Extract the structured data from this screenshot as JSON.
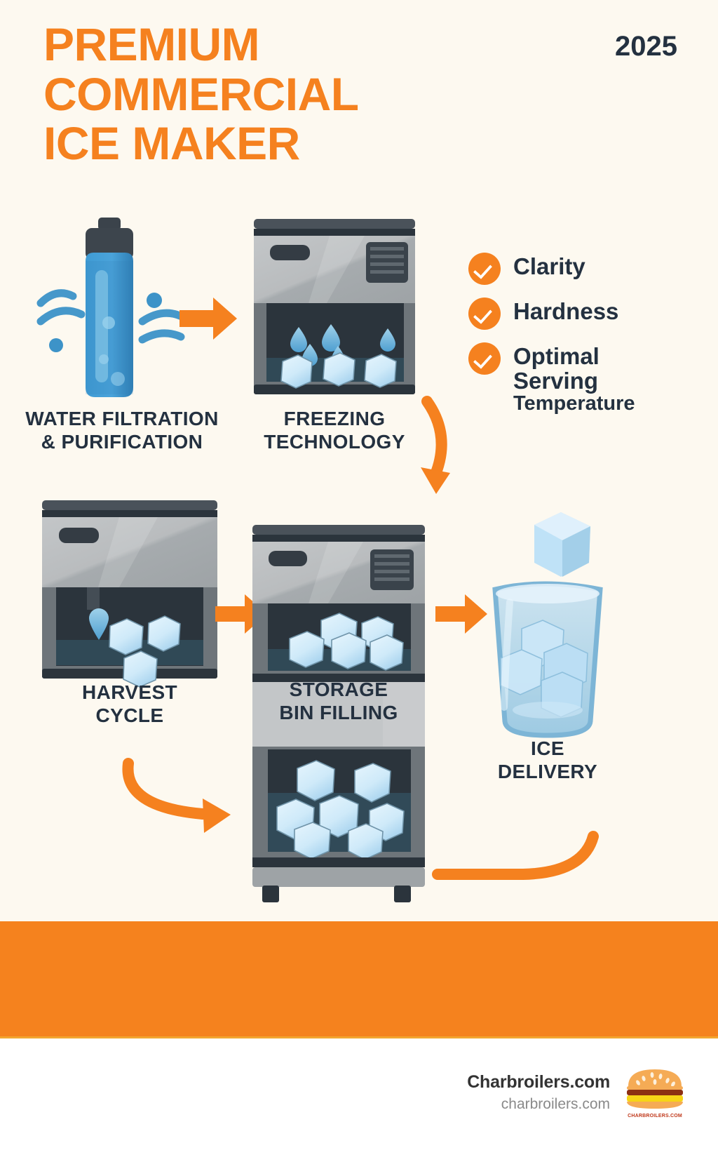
{
  "header": {
    "title": "PREMIUM COMMERCIAL ICE MAKER",
    "title_line1": "PREMIUM",
    "title_line2": "COMMERCIAL",
    "title_line3": "ICE MAKER",
    "year": "2025"
  },
  "checklist": {
    "items": [
      {
        "label": "Clarity",
        "icon": "check-circle-icon"
      },
      {
        "label": "Hardness",
        "icon": "check-circle-icon"
      },
      {
        "label": "Optimal Serving Temperature",
        "icon": "check-circle-icon"
      }
    ],
    "item3_line1": "Optimal",
    "item3_line2": "Serving",
    "item3_line3": "Temperature"
  },
  "steps": [
    {
      "id": "water-filtration",
      "line1": "WATER FILTRATION",
      "line2": "& PURIFICATION",
      "icon": "water-bottle-icon"
    },
    {
      "id": "freezing-technology",
      "line1": "FREEZING",
      "line2": "TECHNOLOGY",
      "icon": "ice-machine-icon"
    },
    {
      "id": "harvest-cycle",
      "line1": "HARVEST",
      "line2": "CYCLE",
      "icon": "ice-machine-icon"
    },
    {
      "id": "storage-bin-filling",
      "line1": "STORAGE",
      "line2": "BIN FILLING",
      "icon": "ice-machine-tall-icon"
    },
    {
      "id": "ice-delivery",
      "line1": "ICE",
      "line2": "DELIVERY",
      "icon": "glass-of-ice-icon"
    }
  ],
  "footer": {
    "brand": "Charbroilers.com",
    "url": "charbroilers.com",
    "logo_caption": "CHARBROILERS.COM",
    "logo_icon": "burger-logo-icon"
  },
  "colors": {
    "background": "#fdf9f0",
    "accent_orange": "#f5811f",
    "band_orange": "#f5821e",
    "dark_navy": "#243140",
    "ice_blue": "#bfe2f7",
    "water_blue": "#4a9ed4",
    "machine_grey": "#b4b7b9",
    "machine_dark": "#2b343c"
  }
}
